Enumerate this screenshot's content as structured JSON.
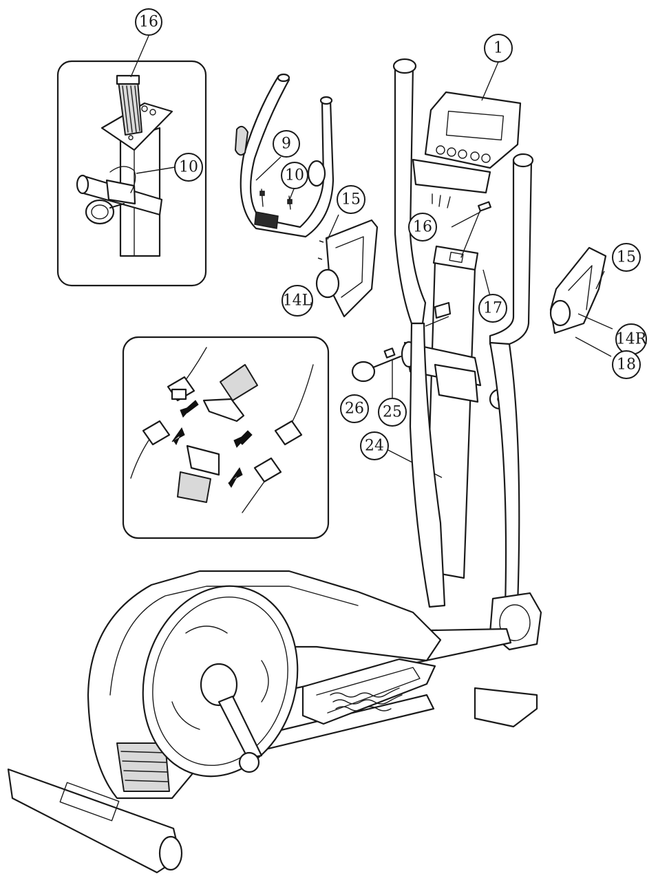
{
  "colors": {
    "line": "#1a1a1a",
    "background": "#ffffff",
    "shade": "#d9d9d9"
  },
  "callouts": [
    {
      "id": "c16-inset",
      "label": "16"
    },
    {
      "id": "c10-inset",
      "label": "10"
    },
    {
      "id": "c9",
      "label": "9"
    },
    {
      "id": "c10",
      "label": "10"
    },
    {
      "id": "c1",
      "label": "1"
    },
    {
      "id": "c15-left",
      "label": "15"
    },
    {
      "id": "c16",
      "label": "16"
    },
    {
      "id": "c14l",
      "label": "14L"
    },
    {
      "id": "c17",
      "label": "17"
    },
    {
      "id": "c15-right",
      "label": "15"
    },
    {
      "id": "c14r",
      "label": "14R"
    },
    {
      "id": "c18",
      "label": "18"
    },
    {
      "id": "c26",
      "label": "26"
    },
    {
      "id": "c25",
      "label": "25"
    },
    {
      "id": "c24",
      "label": "24"
    }
  ],
  "icons": {
    "connector_arrow": "arrow-icon"
  }
}
